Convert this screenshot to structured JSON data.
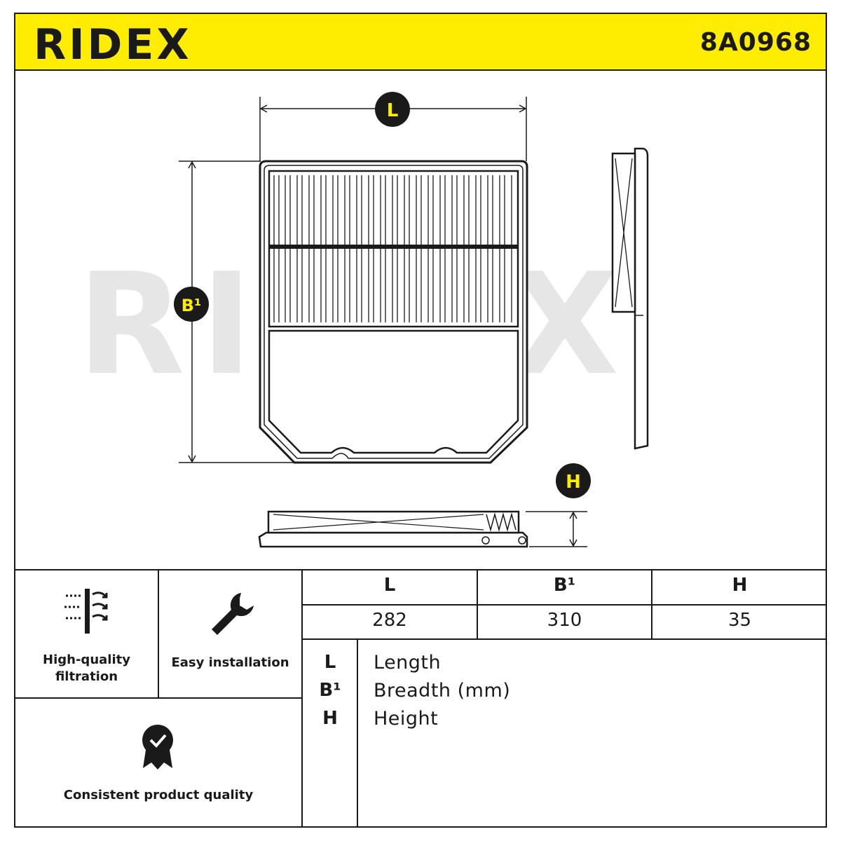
{
  "header": {
    "brand": "RIDEX",
    "part_number": "8A0968",
    "accent_color": "#ffed00"
  },
  "drawing": {
    "watermark": "RIDEX",
    "labels": {
      "length": "L",
      "breadth": "B¹",
      "height": "H"
    }
  },
  "features": [
    {
      "icon": "filter-airflow-icon",
      "label_line1": "High-quality",
      "label_line2": "filtration"
    },
    {
      "icon": "wrench-icon",
      "label": "Easy installation"
    },
    {
      "icon": "quality-badge-icon",
      "label": "Consistent product quality"
    }
  ],
  "dimensions_table": {
    "headers": [
      "L",
      "B¹",
      "H"
    ],
    "values": [
      "282",
      "310",
      "35"
    ]
  },
  "legend": [
    {
      "key": "L",
      "desc": "Length"
    },
    {
      "key": "B¹",
      "desc": "Breadth (mm)"
    },
    {
      "key": "H",
      "desc": "Height"
    }
  ]
}
